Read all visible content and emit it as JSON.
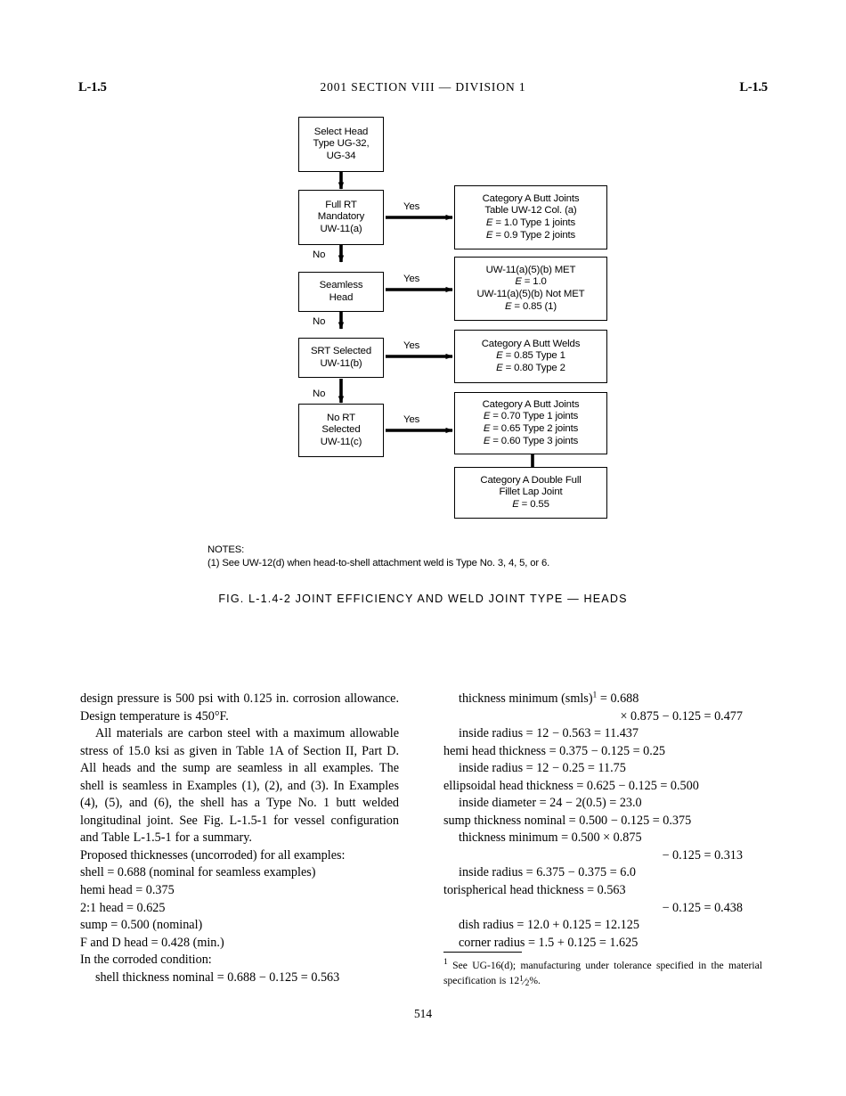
{
  "running_head": {
    "left_folio": "L-1.5",
    "title": "2001  SECTION  VIII  —  DIVISION  1",
    "right_folio": "L-1.5"
  },
  "figure": {
    "caption": "FIG. L-1.4-2   JOINT EFFICIENCY AND WELD JOINT TYPE — HEADS",
    "notes_heading": "NOTES:",
    "notes": [
      "(1) See UW-12(d) when head-to-shell attachment weld is Type No. 3, 4, 5, or 6."
    ],
    "decision_boxes": [
      {
        "id": "select-head",
        "lines": [
          "Select Head",
          "Type UG-32,",
          "UG-34"
        ]
      },
      {
        "id": "full-rt",
        "lines": [
          "Full RT",
          "Mandatory",
          "UW-11(a)"
        ]
      },
      {
        "id": "seamless-head",
        "lines": [
          "Seamless",
          "Head"
        ]
      },
      {
        "id": "srt-selected",
        "lines": [
          "SRT Selected",
          "UW-11(b)"
        ]
      },
      {
        "id": "no-rt-selected",
        "lines": [
          "No RT",
          "Selected",
          "UW-11(c)"
        ]
      }
    ],
    "result_boxes": [
      {
        "id": "result-full-rt",
        "lines": [
          "Category A Butt Joints",
          "Table UW-12 Col. (a)",
          "E = 1.0 Type 1 joints",
          "E = 0.9 Type 2 joints"
        ]
      },
      {
        "id": "result-seamless",
        "lines": [
          "UW-11(a)(5)(b) MET",
          "E = 1.0",
          "UW-11(a)(5)(b) Not MET",
          "E = 0.85 (1)"
        ]
      },
      {
        "id": "result-srt",
        "lines": [
          "Category A Butt Welds",
          "E = 0.85 Type 1",
          "E = 0.80 Type 2"
        ]
      },
      {
        "id": "result-no-rt",
        "lines": [
          "Category A Butt Joints",
          "E = 0.70 Type 1 joints",
          "E = 0.65 Type 2 joints",
          "E = 0.60 Type 3 joints"
        ]
      },
      {
        "id": "result-fillet-lap",
        "lines": [
          "Category A Double Full",
          "Fillet Lap Joint",
          "E = 0.55"
        ]
      }
    ],
    "edge_labels": {
      "yes": "Yes",
      "no": "No"
    }
  },
  "body": {
    "left_column": {
      "para1": "design pressure is 500 psi with 0.125 in. corrosion allowance. Design temperature is 450°F.",
      "para2": "All materials are carbon steel with a maximum allowable stress of 15.0 ksi as given in Table 1A of Section II, Part D. All heads and the sump are seamless in all examples. The shell is seamless in Examples (1), (2), and (3). In Examples (4), (5), and (6), the shell has a Type No. 1 butt welded longitudinal joint. See Fig. L-1.5-1 for vessel configuration and Table L-1.5-1 for a summary.",
      "lines": [
        "Proposed thicknesses (uncorroded) for all examples:",
        "shell  =  0.688 (nominal for seamless examples)",
        "hemi head  =  0.375",
        "2:1 head  =  0.625",
        "sump  =  0.500 (nominal)",
        "F and D head  =  0.428 (min.)",
        "In the corroded condition:"
      ],
      "indented_line": "shell thickness nominal  =  0.688 − 0.125  =  0.563"
    },
    "right_column": {
      "l1_pre": "thickness minimum (smls)",
      "l1_sup": "1",
      "l1_post": "  =  0.688",
      "l2": "× 0.875 − 0.125  =  0.477",
      "l3": "inside radius  =  12 − 0.563  =  11.437",
      "l4": "hemi head thickness  =  0.375 − 0.125  =  0.25",
      "l5": "inside radius  =  12 − 0.25  =  11.75",
      "l6": "ellipsoidal head thickness  =  0.625 − 0.125  =  0.500",
      "l7": "inside diameter  =  24 − 2(0.5)  =  23.0",
      "l8": "sump thickness nominal  =  0.500 − 0.125  =  0.375",
      "l9": "thickness minimum  =  0.500 × 0.875",
      "l10": "− 0.125  =  0.313",
      "l11": "inside radius  =  6.375 − 0.375  =  6.0",
      "l12": "torispherical head thickness  =  0.563",
      "l13": "− 0.125  =  0.438",
      "l14": "dish radius  =  12.0 + 0.125  =  12.125",
      "l15": "corner radius  =  1.5 + 0.125  =  1.625"
    }
  },
  "footnote": {
    "marker": "1",
    "text_part1": "See UG-16(d); manufacturing under tolerance specified in the material specification is 12",
    "fraction_num": "1",
    "fraction_den": "2",
    "text_part2": "%."
  },
  "page_number": "514"
}
